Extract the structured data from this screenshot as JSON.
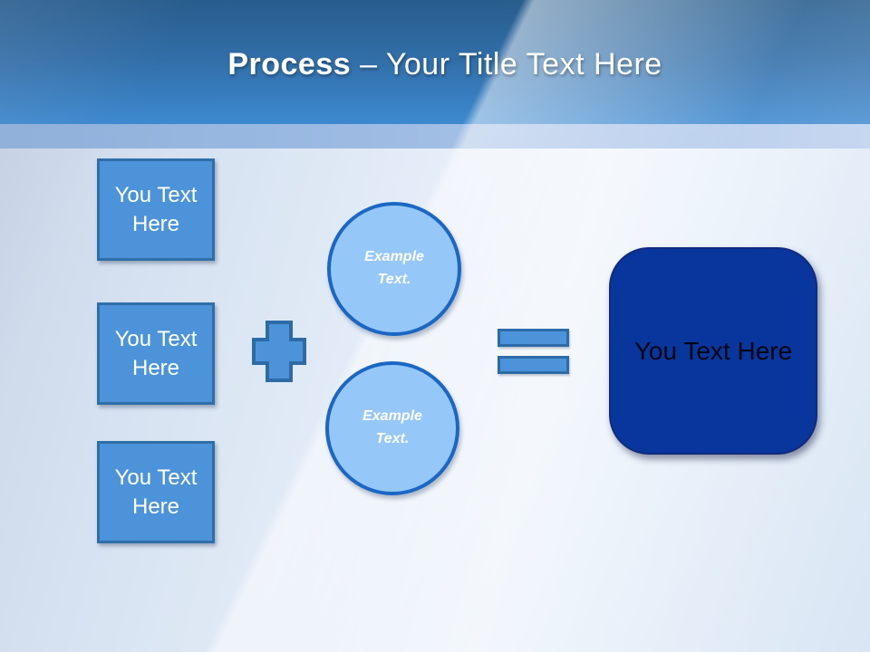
{
  "title": {
    "bold": "Process",
    "rest": " – Your Title Text Here"
  },
  "left_boxes": [
    {
      "label": "You Text Here"
    },
    {
      "label": "You Text Here"
    },
    {
      "label": "You Text Here"
    }
  ],
  "circles": [
    {
      "label": "Example Text."
    },
    {
      "label": "Example Text."
    }
  ],
  "operators": {
    "plus_icon": "plus",
    "equals_icon": "equals"
  },
  "result_box": {
    "label": "You Text Here"
  },
  "colors": {
    "header_top": "#285d8d",
    "header_bottom": "#3d89d0",
    "strip": "#9cbae2",
    "box_fill": "#4c93da",
    "box_border": "#2e6ea9",
    "circle_fill": "#95c7f9",
    "circle_border": "#1a67c4",
    "result_fill": "#08369d",
    "title_text": "#ffffff",
    "box_text": "#ffffff",
    "result_text": "#05060f"
  }
}
